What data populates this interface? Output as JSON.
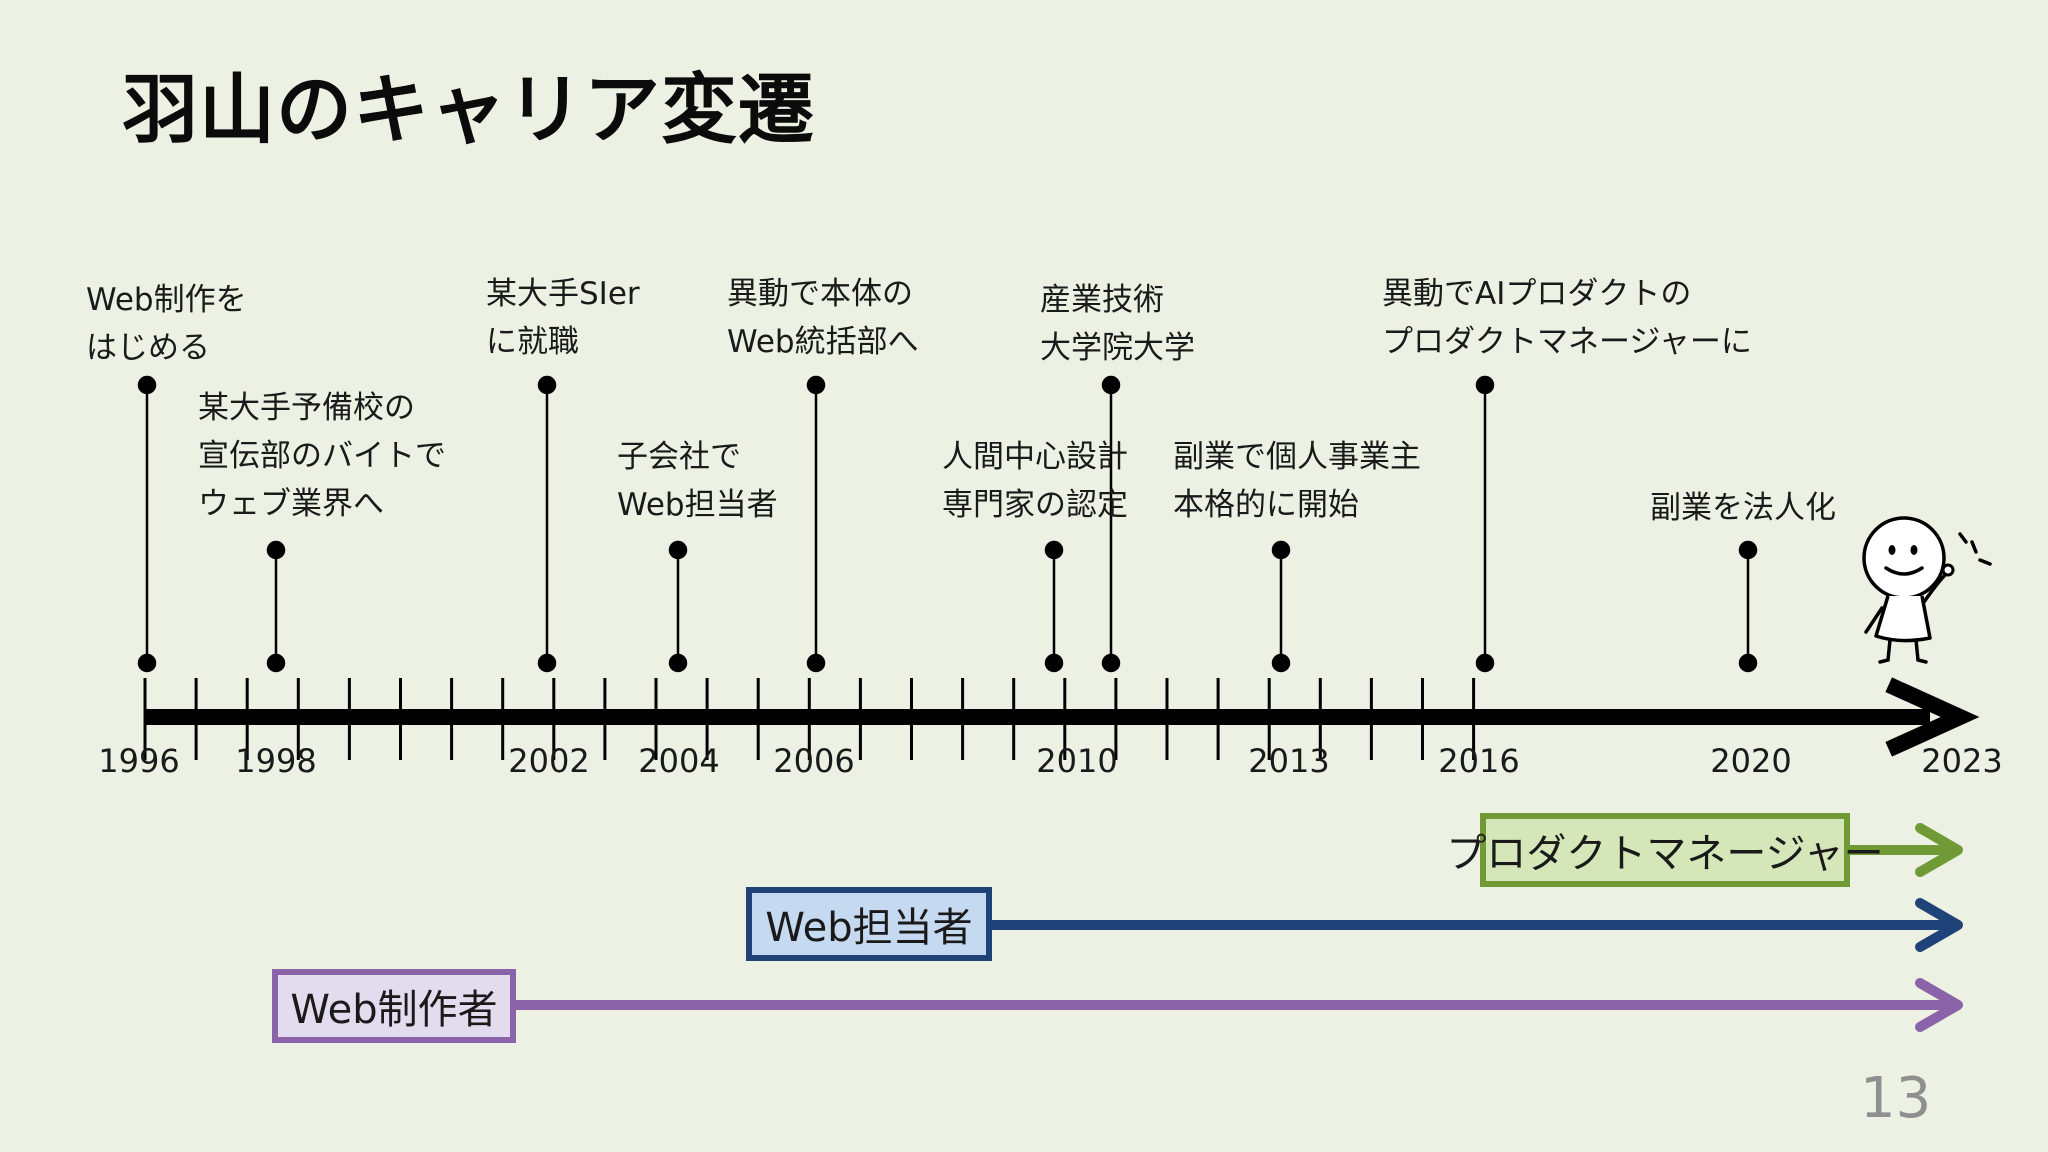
{
  "slide": {
    "title": "羽山のキャリア変遷",
    "page_number": "13"
  },
  "timeline": {
    "years": [
      "1996",
      "1998",
      "2002",
      "2004",
      "2006",
      "2010",
      "2013",
      "2016",
      "2020",
      "2023"
    ],
    "events": [
      {
        "lines": [
          "Web制作を",
          "はじめる"
        ]
      },
      {
        "lines": [
          "某大手予備校の",
          "宣伝部のバイトで",
          "ウェブ業界へ"
        ]
      },
      {
        "lines": [
          "某大手SIer",
          "に就職"
        ]
      },
      {
        "lines": [
          "子会社で",
          "Web担当者"
        ]
      },
      {
        "lines": [
          "異動で本体の",
          "Web統括部へ"
        ]
      },
      {
        "lines": [
          "人間中心設計",
          "専門家の認定"
        ]
      },
      {
        "lines": [
          "産業技術",
          "大学院大学"
        ]
      },
      {
        "lines": [
          "副業で個人事業主",
          "本格的に開始"
        ]
      },
      {
        "lines": [
          "異動でAIプロダクトの",
          "プロダクトマネージャーに"
        ]
      },
      {
        "lines": [
          "副業を法人化"
        ]
      }
    ]
  },
  "roles": [
    {
      "label": "プロダクトマネージャー",
      "color": "#6f9a36"
    },
    {
      "label": "Web担当者",
      "color": "#1f4379"
    },
    {
      "label": "Web制作者",
      "color": "#8b63a8"
    }
  ],
  "character": {
    "icon": "smiling-stick-figure-icon"
  }
}
